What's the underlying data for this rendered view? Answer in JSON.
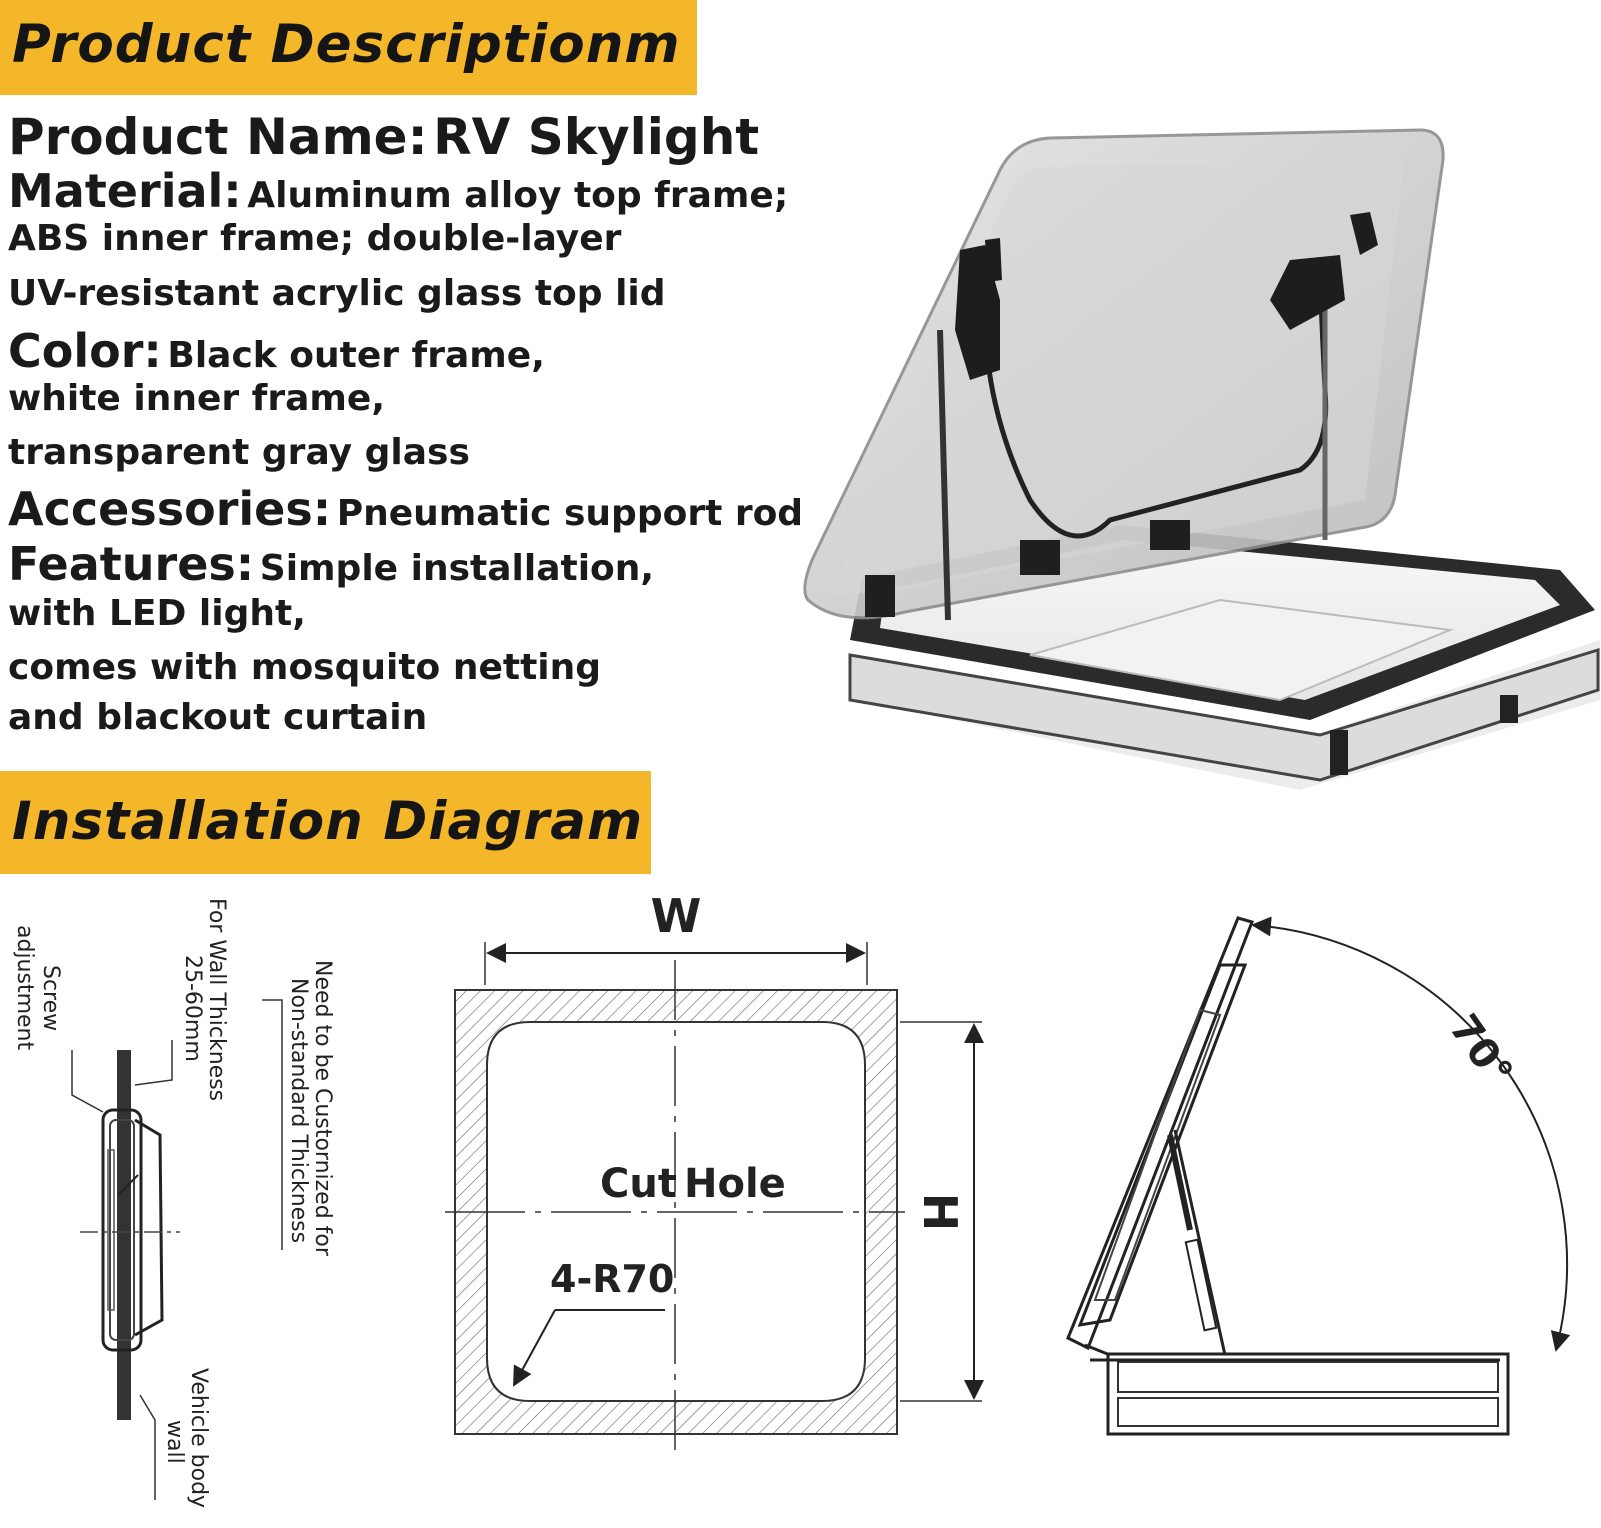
{
  "banners": {
    "description": "Product Descriptionm",
    "installation": "Installation Diagram"
  },
  "specs": {
    "name_key": "Product Name:",
    "name_val": "RV Skylight",
    "material_key": "Material:",
    "material_l1": "Aluminum alloy top frame;",
    "material_l2": "ABS inner frame; double-layer",
    "material_l3": "UV-resistant acrylic glass top lid",
    "color_key": "Color:",
    "color_l1": "Black outer frame,",
    "color_l2": "white inner frame,",
    "color_l3": "transparent gray glass",
    "accessories_key": "Accessories:",
    "accessories_val": "Pneumatic support rod",
    "features_key": "Features:",
    "features_l1": "Simple installation,",
    "features_l2": "with LED light,",
    "features_l3": "comes with mosquito netting",
    "features_l4": "and blackout curtain"
  },
  "side_diagram": {
    "screw": "Screw",
    "adjustment": "adjustment",
    "wall_thickness": "For Wall Thickness",
    "range": "25-60mm",
    "custom_l1": "Need to be Custornized for",
    "custom_l2": "Non-standard Thickness",
    "vehicle_l1": "Vehicle body",
    "vehicle_l2": "wall"
  },
  "cut_diagram": {
    "width_label": "W",
    "height_label": "H",
    "cut": "Cut",
    "hole": "Hole",
    "radius": "4-R70"
  },
  "angle_diagram": {
    "angle": "70°"
  },
  "colors": {
    "banner": "#f5b72a",
    "text": "#1a1a1a"
  }
}
